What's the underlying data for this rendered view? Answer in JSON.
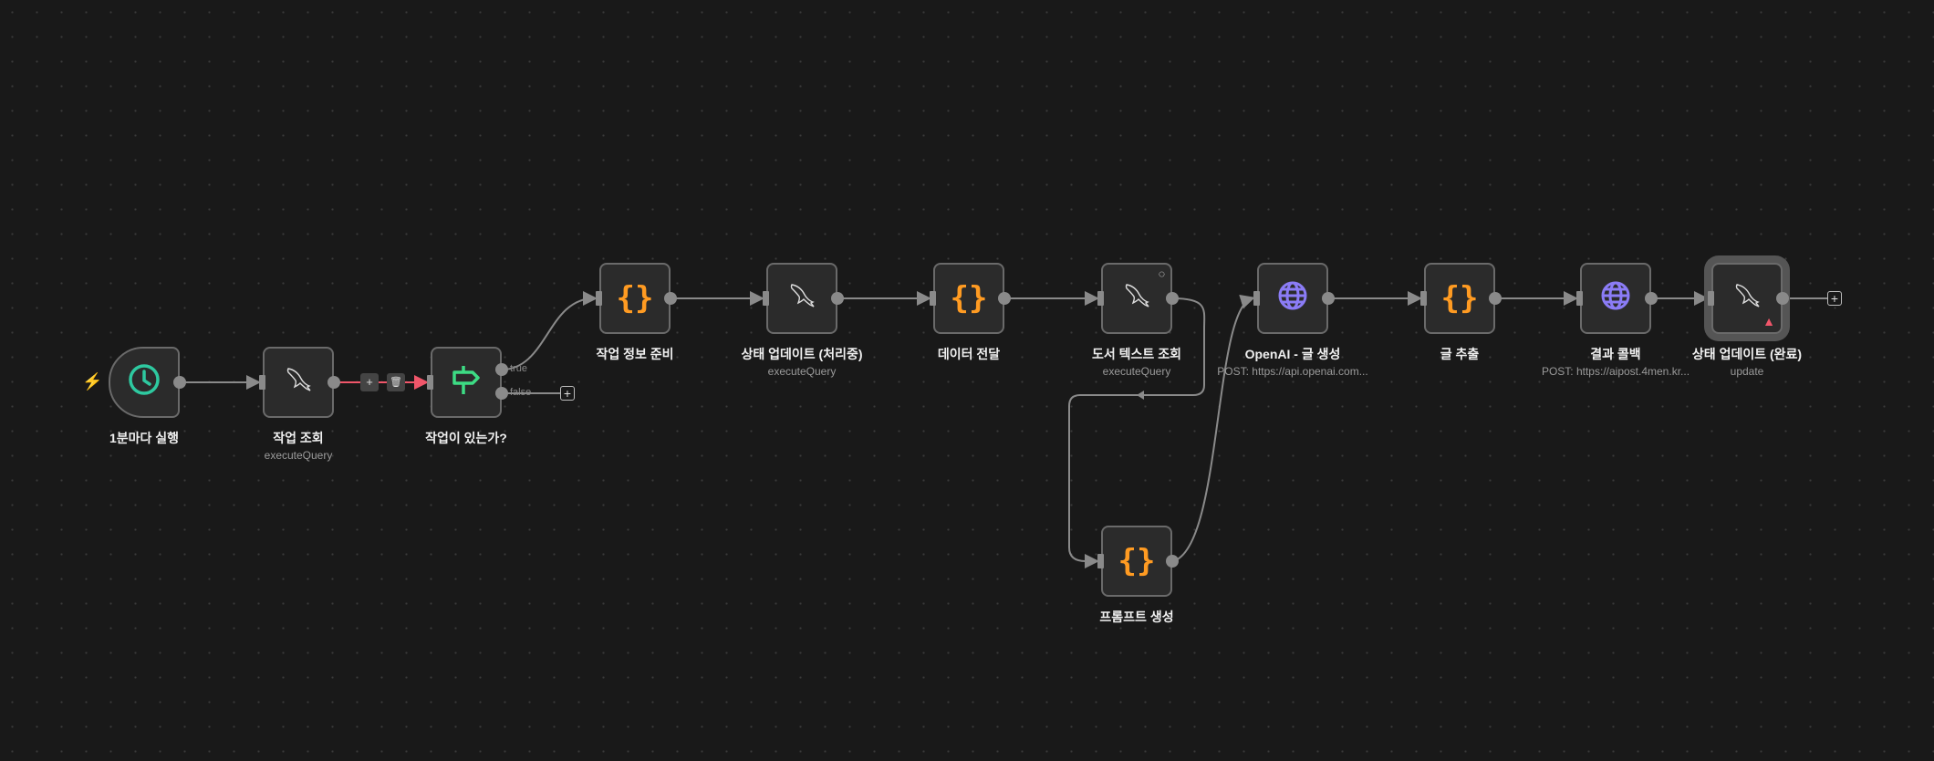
{
  "nodes": [
    {
      "id": "trigger",
      "label": "1분마다 실행",
      "subtitle": "",
      "icon": "clock-icon",
      "type": "trigger"
    },
    {
      "id": "fetch-jobs",
      "label": "작업 조회",
      "subtitle": "executeQuery",
      "icon": "mysql-dolphin-icon"
    },
    {
      "id": "if-jobs",
      "label": "작업이 있는가?",
      "subtitle": "",
      "icon": "signpost-icon",
      "type": "if"
    },
    {
      "id": "prepare",
      "label": "작업 정보 준비",
      "subtitle": "",
      "icon": "code-braces-icon"
    },
    {
      "id": "update-processing",
      "label": "상태 업데이트 (처리중)",
      "subtitle": "executeQuery",
      "icon": "mysql-dolphin-icon"
    },
    {
      "id": "pass-data",
      "label": "데이터 전달",
      "subtitle": "",
      "icon": "code-braces-icon"
    },
    {
      "id": "book-text",
      "label": "도서 텍스트 조회",
      "subtitle": "executeQuery",
      "icon": "mysql-dolphin-icon",
      "running": true
    },
    {
      "id": "openai",
      "label": "OpenAI - 글 생성",
      "subtitle": "POST: https://api.openai.com...",
      "icon": "globe-icon"
    },
    {
      "id": "extract",
      "label": "글 추출",
      "subtitle": "",
      "icon": "code-braces-icon"
    },
    {
      "id": "callback",
      "label": "결과 콜백",
      "subtitle": "POST: https://aipost.4men.kr...",
      "icon": "globe-icon"
    },
    {
      "id": "update-done",
      "label": "상태 업데이트 (완료)",
      "subtitle": "update",
      "icon": "mysql-dolphin-icon",
      "selected": true,
      "warning": true
    },
    {
      "id": "prompt",
      "label": "프롬프트 생성",
      "subtitle": "",
      "icon": "code-braces-icon"
    }
  ],
  "branches": {
    "true": "true",
    "false": "false"
  },
  "edge_buttons": {
    "add": "+",
    "delete": "🗑"
  },
  "add_node": "+",
  "colors": {
    "accent_code": "#ff9b22",
    "accent_globe": "#8b7cf6",
    "accent_trigger": "#2ec9a0",
    "error": "#f0566a",
    "selected_edge": "#f0566a"
  }
}
